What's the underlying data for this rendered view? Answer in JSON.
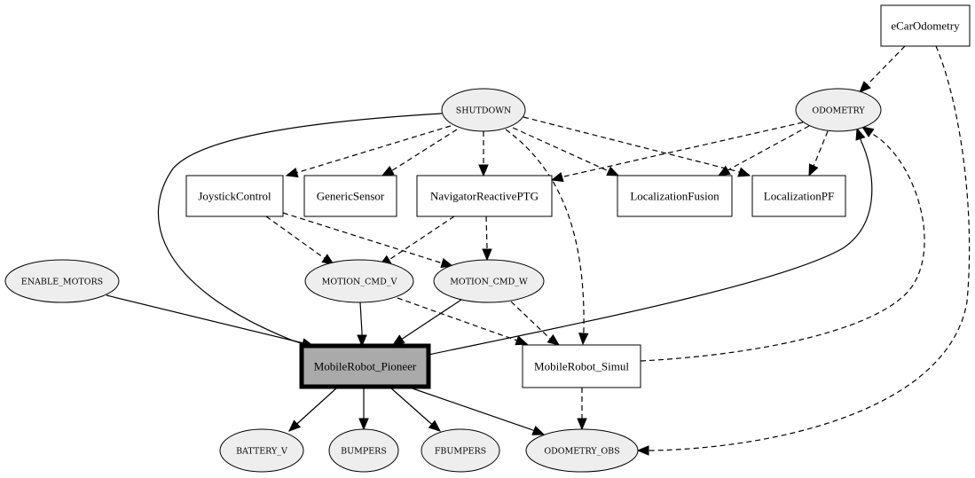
{
  "graph": {
    "nodes": [
      {
        "id": "eCarOdometry",
        "label": "eCarOdometry",
        "shape": "box"
      },
      {
        "id": "SHUTDOWN",
        "label": "SHUTDOWN",
        "shape": "ellipse"
      },
      {
        "id": "ODOMETRY",
        "label": "ODOMETRY",
        "shape": "ellipse"
      },
      {
        "id": "JoystickControl",
        "label": "JoystickControl",
        "shape": "box"
      },
      {
        "id": "GenericSensor",
        "label": "GenericSensor",
        "shape": "box"
      },
      {
        "id": "NavigatorReactivePTG",
        "label": "NavigatorReactivePTG",
        "shape": "box"
      },
      {
        "id": "LocalizationFusion",
        "label": "LocalizationFusion",
        "shape": "box"
      },
      {
        "id": "LocalizationPF",
        "label": "LocalizationPF",
        "shape": "box"
      },
      {
        "id": "ENABLE_MOTORS",
        "label": "ENABLE_MOTORS",
        "shape": "ellipse"
      },
      {
        "id": "MOTION_CMD_V",
        "label": "MOTION_CMD_V",
        "shape": "ellipse"
      },
      {
        "id": "MOTION_CMD_W",
        "label": "MOTION_CMD_W",
        "shape": "ellipse"
      },
      {
        "id": "MobileRobot_Pioneer",
        "label": "MobileRobot_Pioneer",
        "shape": "box",
        "highlight": true
      },
      {
        "id": "MobileRobot_Simul",
        "label": "MobileRobot_Simul",
        "shape": "box"
      },
      {
        "id": "BATTERY_V",
        "label": "BATTERY_V",
        "shape": "ellipse"
      },
      {
        "id": "BUMPERS",
        "label": "BUMPERS",
        "shape": "ellipse"
      },
      {
        "id": "FBUMPERS",
        "label": "FBUMPERS",
        "shape": "ellipse"
      },
      {
        "id": "ODOMETRY_OBS",
        "label": "ODOMETRY_OBS",
        "shape": "ellipse"
      }
    ],
    "edges": [
      {
        "from": "eCarOdometry",
        "to": "ODOMETRY",
        "style": "dashed"
      },
      {
        "from": "eCarOdometry",
        "to": "ODOMETRY_OBS",
        "style": "dashed"
      },
      {
        "from": "SHUTDOWN",
        "to": "JoystickControl",
        "style": "dashed"
      },
      {
        "from": "SHUTDOWN",
        "to": "GenericSensor",
        "style": "dashed"
      },
      {
        "from": "SHUTDOWN",
        "to": "NavigatorReactivePTG",
        "style": "dashed"
      },
      {
        "from": "SHUTDOWN",
        "to": "LocalizationFusion",
        "style": "dashed"
      },
      {
        "from": "SHUTDOWN",
        "to": "LocalizationPF",
        "style": "dashed"
      },
      {
        "from": "SHUTDOWN",
        "to": "MobileRobot_Simul",
        "style": "dashed"
      },
      {
        "from": "SHUTDOWN",
        "to": "MobileRobot_Pioneer",
        "style": "solid"
      },
      {
        "from": "ODOMETRY",
        "to": "NavigatorReactivePTG",
        "style": "dashed"
      },
      {
        "from": "ODOMETRY",
        "to": "LocalizationFusion",
        "style": "dashed"
      },
      {
        "from": "ODOMETRY",
        "to": "LocalizationPF",
        "style": "dashed"
      },
      {
        "from": "JoystickControl",
        "to": "MOTION_CMD_V",
        "style": "dashed"
      },
      {
        "from": "JoystickControl",
        "to": "MOTION_CMD_W",
        "style": "dashed"
      },
      {
        "from": "NavigatorReactivePTG",
        "to": "MOTION_CMD_V",
        "style": "dashed"
      },
      {
        "from": "NavigatorReactivePTG",
        "to": "MOTION_CMD_W",
        "style": "dashed"
      },
      {
        "from": "ENABLE_MOTORS",
        "to": "MobileRobot_Pioneer",
        "style": "solid"
      },
      {
        "from": "MOTION_CMD_V",
        "to": "MobileRobot_Pioneer",
        "style": "solid"
      },
      {
        "from": "MOTION_CMD_W",
        "to": "MobileRobot_Pioneer",
        "style": "solid"
      },
      {
        "from": "MOTION_CMD_V",
        "to": "MobileRobot_Simul",
        "style": "dashed"
      },
      {
        "from": "MOTION_CMD_W",
        "to": "MobileRobot_Simul",
        "style": "dashed"
      },
      {
        "from": "MobileRobot_Pioneer",
        "to": "ODOMETRY",
        "style": "solid"
      },
      {
        "from": "MobileRobot_Simul",
        "to": "ODOMETRY",
        "style": "dashed"
      },
      {
        "from": "MobileRobot_Pioneer",
        "to": "BATTERY_V",
        "style": "solid"
      },
      {
        "from": "MobileRobot_Pioneer",
        "to": "BUMPERS",
        "style": "solid"
      },
      {
        "from": "MobileRobot_Pioneer",
        "to": "FBUMPERS",
        "style": "solid"
      },
      {
        "from": "MobileRobot_Pioneer",
        "to": "ODOMETRY_OBS",
        "style": "solid"
      },
      {
        "from": "MobileRobot_Simul",
        "to": "ODOMETRY_OBS",
        "style": "dashed"
      }
    ]
  },
  "colors": {
    "ellipse_fill": "#eeeeee",
    "box_fill": "#ffffff",
    "highlight_fill": "#aaaaaa",
    "stroke": "#000000"
  }
}
